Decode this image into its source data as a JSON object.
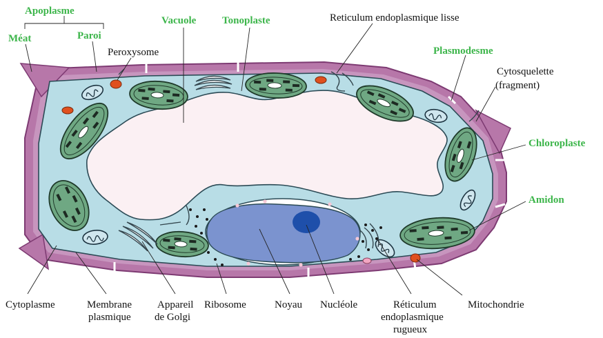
{
  "labels": {
    "apoplasme": "Apoplasme",
    "meat": "Méat",
    "paroi": "Paroi",
    "vacuole": "Vacuole",
    "tonoplaste": "Tonoplaste",
    "reticulum_lisse": "Reticulum endoplasmique lisse",
    "peroxysome": "Peroxysome",
    "plasmodesme": "Plasmodesme",
    "cytosquelette_1": "Cytosquelette",
    "cytosquelette_2": "(fragment)",
    "chloroplaste": "Chloroplaste",
    "amidon": "Amidon",
    "cytoplasme": "Cytoplasme",
    "membrane_1": "Membrane",
    "membrane_2": "plasmique",
    "golgi_1": "Appareil",
    "golgi_2": "de Golgi",
    "ribosome": "Ribosome",
    "noyau": "Noyau",
    "nucleole": "Nucléole",
    "rer_1": "Réticulum",
    "rer_2": "endoplasmique",
    "rer_3": "rugueux",
    "mitochondrie": "Mitochondrie"
  },
  "colors": {
    "wall": "#9c4f8f",
    "wall_fill": "#b777a9",
    "cytoplasm": "#b8dde6",
    "vacuole": "#fbf0f3",
    "nucleus": "#7b93cf",
    "nucleolus": "#1e4faa",
    "chloroplast": "#6fa883",
    "highlight_label": "#3cb54a"
  }
}
